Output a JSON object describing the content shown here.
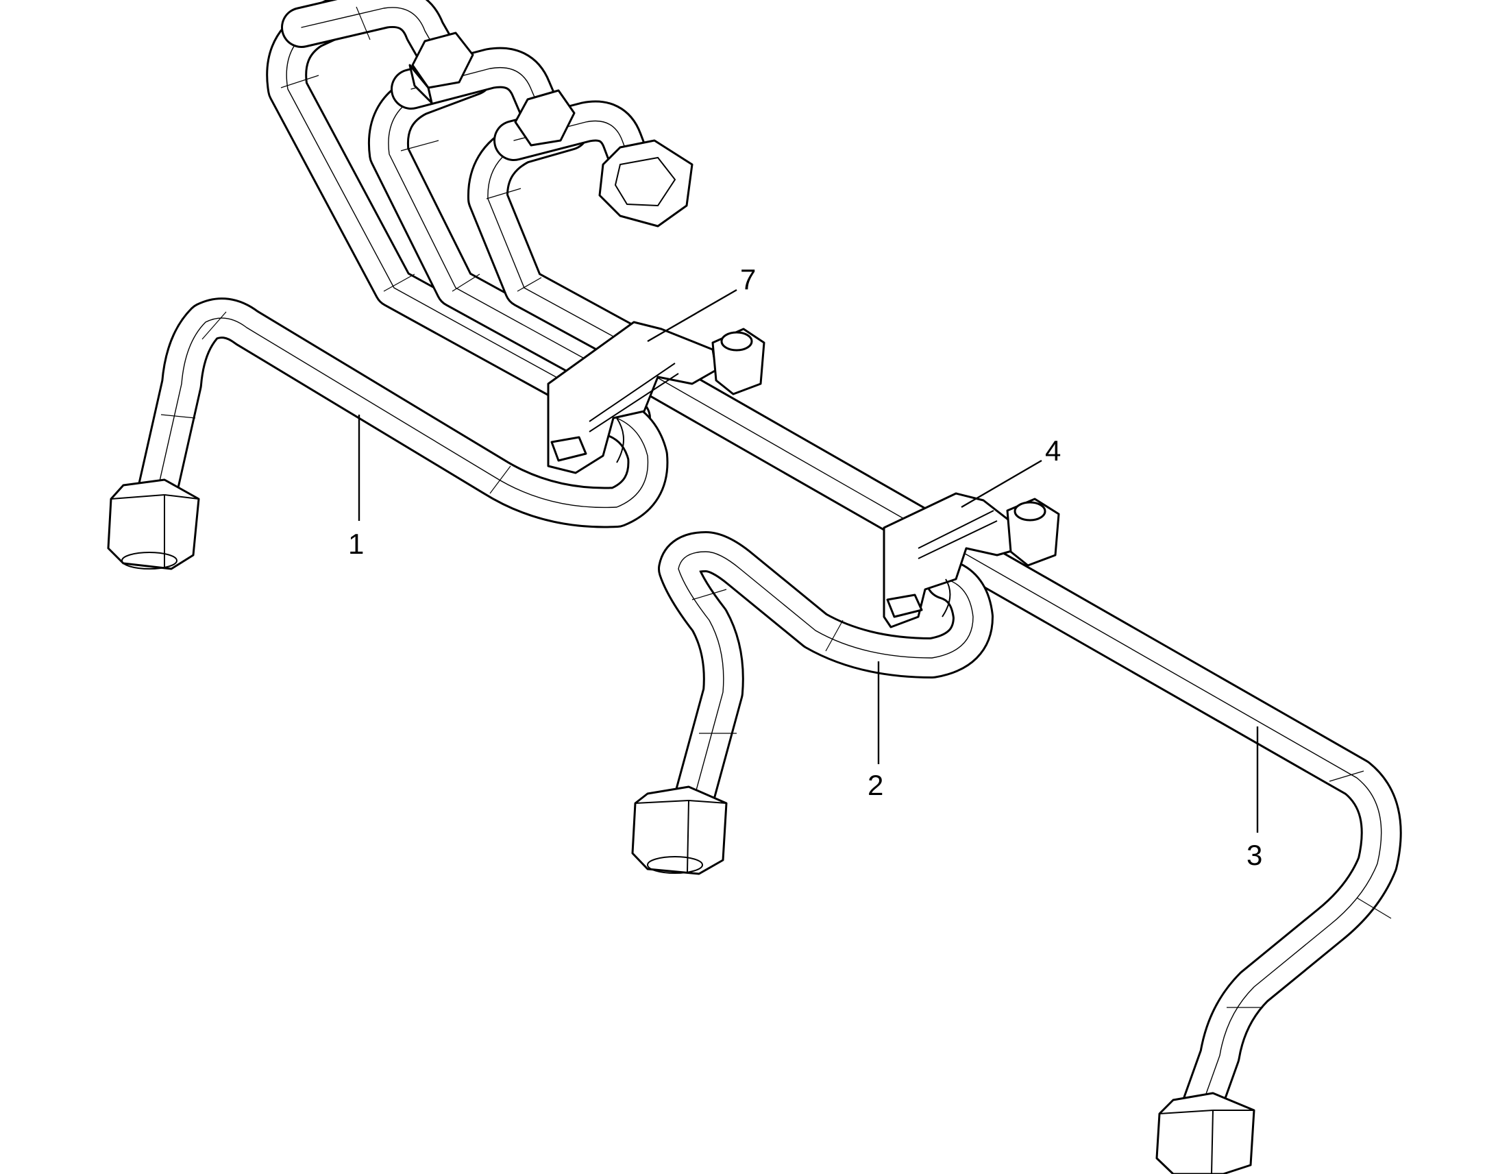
{
  "callouts": {
    "c1": "1",
    "c2": "2",
    "c3": "3",
    "c4": "4",
    "c7": "7"
  },
  "colors": {
    "line": "#000000",
    "background": "#ffffff"
  }
}
